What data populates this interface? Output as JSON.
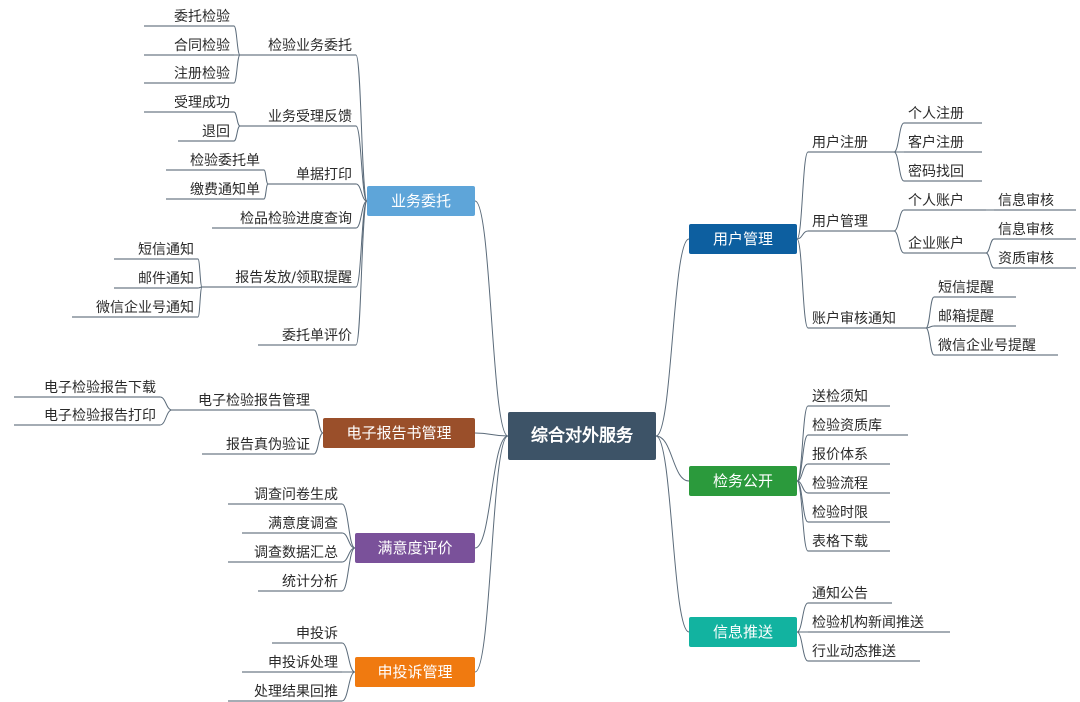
{
  "center": {
    "label": "综合对外服务",
    "color": "#3d5367"
  },
  "branches": {
    "yewu": {
      "label": "业务委托",
      "color": "#5ea5d9",
      "items": {
        "jianyan_weituo": {
          "label": "检验业务委托",
          "children": [
            "委托检验",
            "合同检验",
            "注册检验"
          ]
        },
        "shouli_fankui": {
          "label": "业务受理反馈",
          "children": [
            "受理成功",
            "退回"
          ]
        },
        "danju_dayin": {
          "label": "单据打印",
          "children": [
            "检验委托单",
            "缴费通知单"
          ]
        },
        "jindu_chaxun": {
          "label": "检品检验进度查询"
        },
        "baogao_fafang": {
          "label": "报告发放/领取提醒",
          "children": [
            "短信通知",
            "邮件通知",
            "微信企业号通知"
          ]
        },
        "pingjia": {
          "label": "委托单评价"
        }
      }
    },
    "dianzi": {
      "label": "电子报告书管理",
      "color": "#9a4f2a",
      "items": {
        "baogao_guanli": {
          "label": "电子检验报告管理",
          "children": [
            "电子检验报告下载",
            "电子检验报告打印"
          ]
        },
        "yanzheng": {
          "label": "报告真伪验证"
        }
      }
    },
    "manyi": {
      "label": "满意度评价",
      "color": "#7a519a",
      "children": [
        "调查问卷生成",
        "满意度调查",
        "调查数据汇总",
        "统计分析"
      ]
    },
    "tousu": {
      "label": "申投诉管理",
      "color": "#f07a10",
      "children": [
        "申投诉",
        "申投诉处理",
        "处理结果回推"
      ]
    },
    "yonghu": {
      "label": "用户管理",
      "color": "#0d5fa0",
      "items": {
        "zhuce": {
          "label": "用户注册",
          "children": [
            "个人注册",
            "客户注册",
            "密码找回"
          ]
        },
        "guanli": {
          "label": "用户管理",
          "sub": {
            "geren": {
              "label": "个人账户",
              "children": [
                "信息审核"
              ]
            },
            "qiye": {
              "label": "企业账户",
              "children": [
                "信息审核",
                "资质审核"
              ]
            }
          }
        },
        "tongzhi": {
          "label": "账户审核通知",
          "children": [
            "短信提醒",
            "邮箱提醒",
            "微信企业号提醒"
          ]
        }
      }
    },
    "jianwu": {
      "label": "检务公开",
      "color": "#2b9a3c",
      "children": [
        "送检须知",
        "检验资质库",
        "报价体系",
        "检验流程",
        "检验时限",
        "表格下载"
      ]
    },
    "xinxi": {
      "label": "信息推送",
      "color": "#12b3a0",
      "children": [
        "通知公告",
        "检验机构新闻推送",
        "行业动态推送"
      ]
    }
  }
}
